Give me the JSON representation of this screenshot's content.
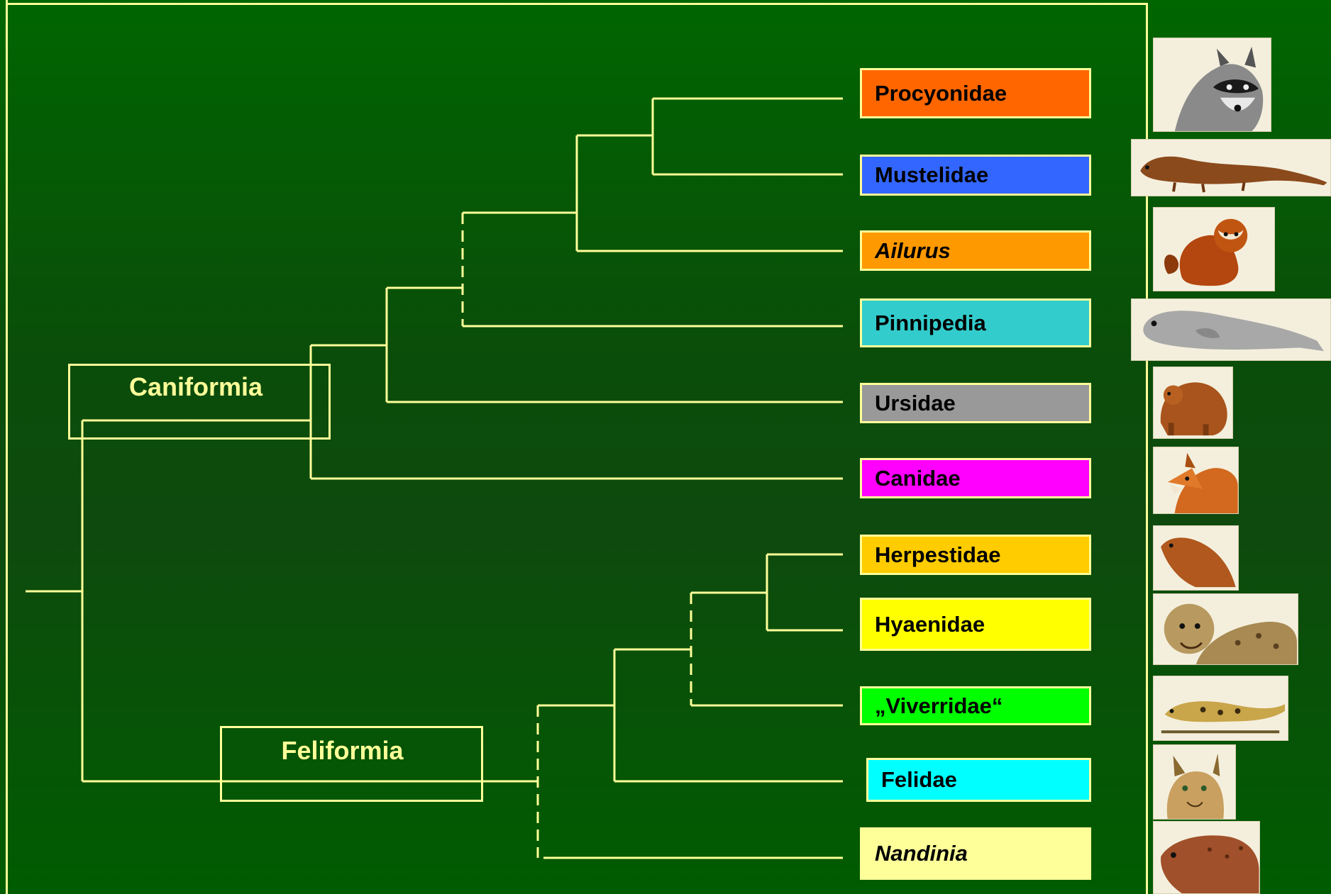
{
  "diagram": {
    "groups": {
      "caniformia": "Caniformia",
      "feliformia": "Feliformia"
    },
    "taxa": [
      {
        "label": "Procyonidae",
        "color": "#ff6600",
        "italic": false,
        "animal": "raccoon-illustration"
      },
      {
        "label": "Mustelidae",
        "color": "#3366ff",
        "italic": false,
        "animal": "otter-illustration"
      },
      {
        "label": "Ailurus",
        "color": "#ff9900",
        "italic": true,
        "animal": "red-panda-illustration"
      },
      {
        "label": "Pinnipedia",
        "color": "#33cccc",
        "italic": false,
        "animal": "seal-illustration"
      },
      {
        "label": "Ursidae",
        "color": "#999999",
        "italic": false,
        "animal": "bear-illustration"
      },
      {
        "label": "Canidae",
        "color": "#ff00ff",
        "italic": false,
        "animal": "fox-illustration"
      },
      {
        "label": "Herpestidae",
        "color": "#ffcc00",
        "italic": false,
        "animal": "mongoose-illustration"
      },
      {
        "label": "Hyaenidae",
        "color": "#ffff00",
        "italic": false,
        "animal": "hyena-illustration"
      },
      {
        "label": "„Viverridae“",
        "color": "#00ff00",
        "italic": false,
        "animal": "genet-illustration"
      },
      {
        "label": "Felidae",
        "color": "#00ffff",
        "italic": false,
        "animal": "lynx-illustration"
      },
      {
        "label": "Nandinia",
        "color": "#ffff99",
        "italic": true,
        "animal": "palm-civet-illustration"
      }
    ],
    "colors": {
      "background": "#005c00",
      "lines": "#ffff99"
    }
  }
}
